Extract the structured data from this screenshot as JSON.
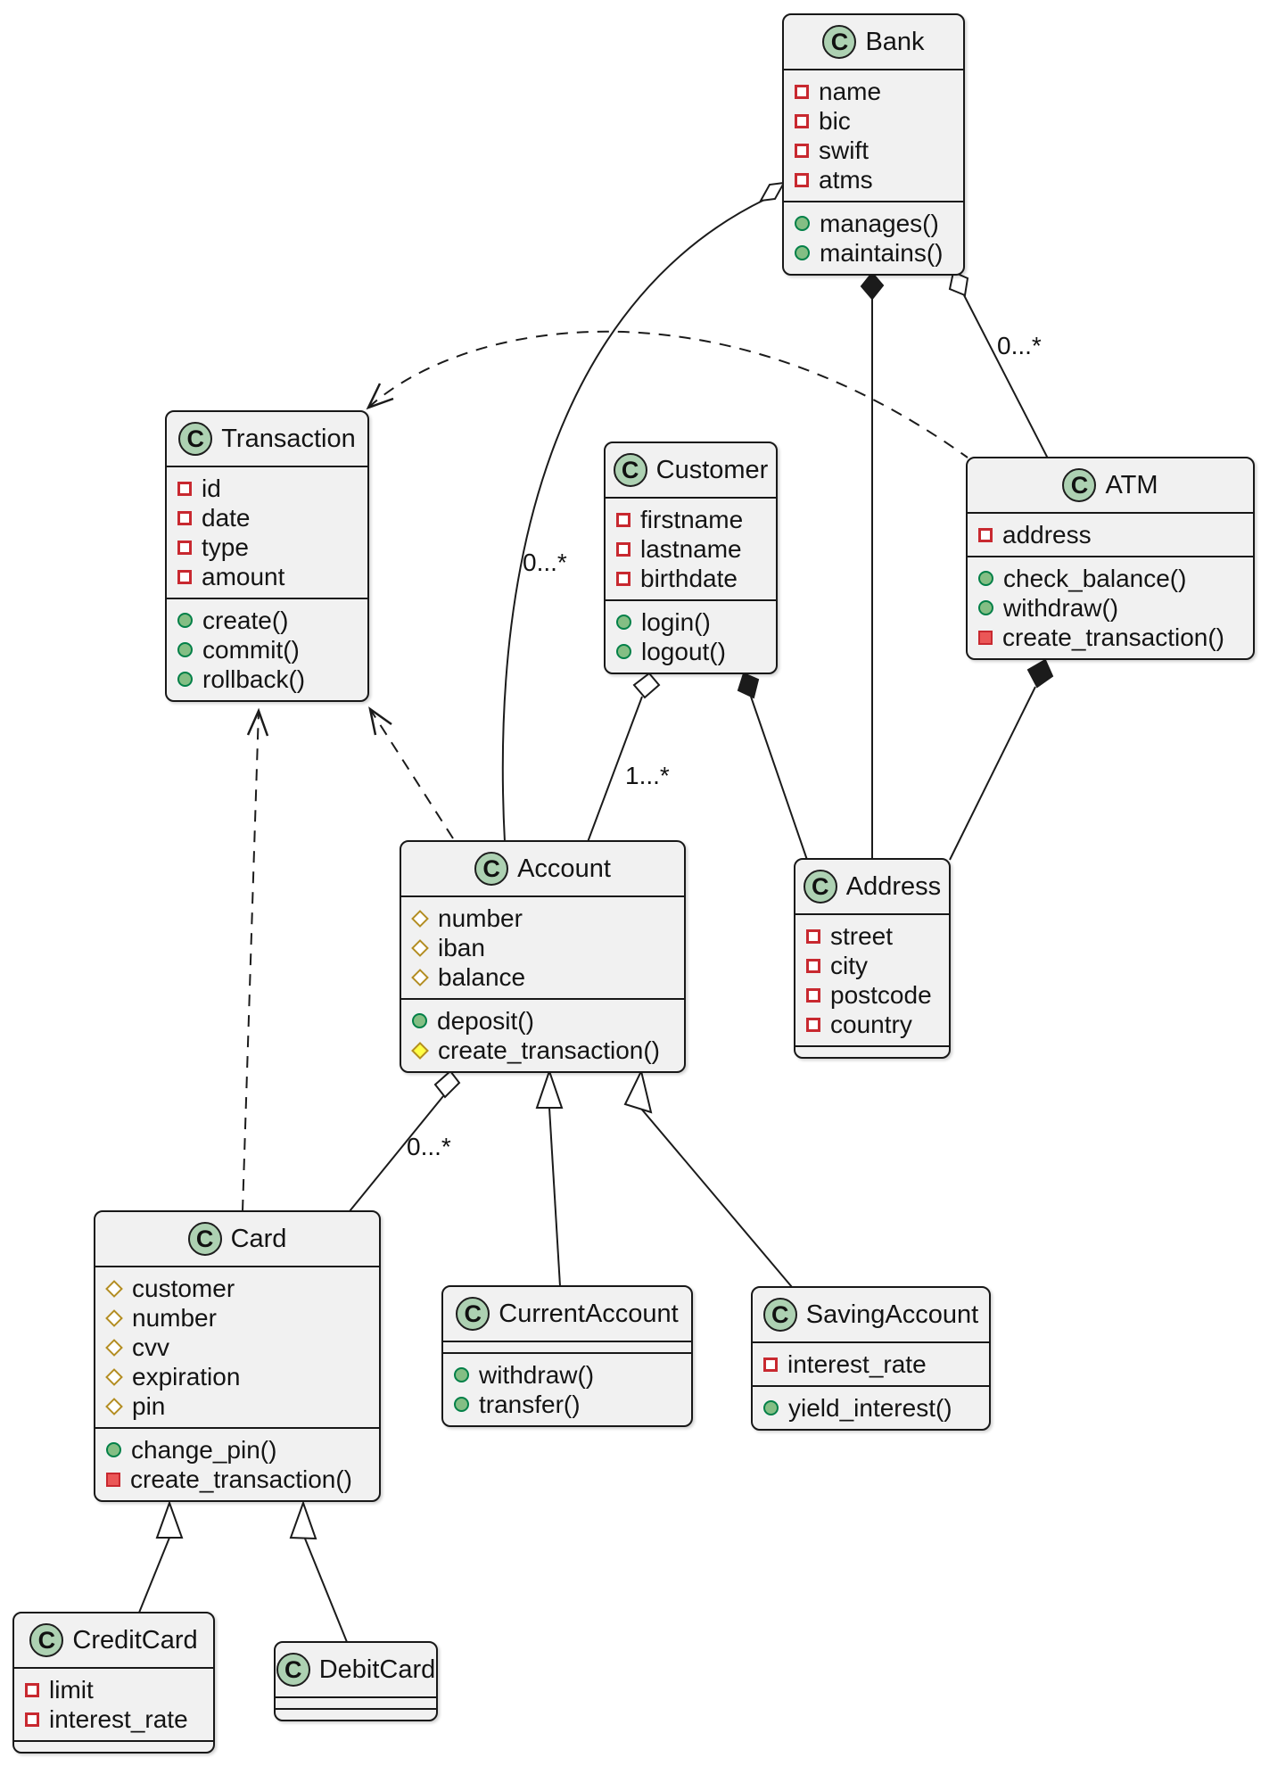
{
  "class_badge": "C",
  "colors": {
    "class_fill": "#F1F1F1",
    "class_border": "#181818",
    "badge_fill": "#ADD1B2",
    "public_fill": "#84BE84",
    "public_stroke": "#038048",
    "private_stroke": "#C82930",
    "private_fill": "#EB5757",
    "protected_stroke": "#B38D22",
    "protected_fill": "#FFFF44",
    "line": "#1b1b1b"
  },
  "classes": [
    {
      "name": "Bank",
      "attributes": [
        {
          "kind": "field",
          "visibility": "private",
          "label": "name"
        },
        {
          "kind": "field",
          "visibility": "private",
          "label": "bic"
        },
        {
          "kind": "field",
          "visibility": "private",
          "label": "swift"
        },
        {
          "kind": "field",
          "visibility": "private",
          "label": "atms"
        }
      ],
      "methods": [
        {
          "kind": "method",
          "visibility": "public",
          "label": "manages()"
        },
        {
          "kind": "method",
          "visibility": "public",
          "label": "maintains()"
        }
      ]
    },
    {
      "name": "Transaction",
      "attributes": [
        {
          "kind": "field",
          "visibility": "private",
          "label": "id"
        },
        {
          "kind": "field",
          "visibility": "private",
          "label": "date"
        },
        {
          "kind": "field",
          "visibility": "private",
          "label": "type"
        },
        {
          "kind": "field",
          "visibility": "private",
          "label": "amount"
        }
      ],
      "methods": [
        {
          "kind": "method",
          "visibility": "public",
          "label": "create()"
        },
        {
          "kind": "method",
          "visibility": "public",
          "label": "commit()"
        },
        {
          "kind": "method",
          "visibility": "public",
          "label": "rollback()"
        }
      ]
    },
    {
      "name": "Customer",
      "attributes": [
        {
          "kind": "field",
          "visibility": "private",
          "label": "firstname"
        },
        {
          "kind": "field",
          "visibility": "private",
          "label": "lastname"
        },
        {
          "kind": "field",
          "visibility": "private",
          "label": "birthdate"
        }
      ],
      "methods": [
        {
          "kind": "method",
          "visibility": "public",
          "label": "login()"
        },
        {
          "kind": "method",
          "visibility": "public",
          "label": "logout()"
        }
      ]
    },
    {
      "name": "ATM",
      "attributes": [
        {
          "kind": "field",
          "visibility": "private",
          "label": "address"
        }
      ],
      "methods": [
        {
          "kind": "method",
          "visibility": "public",
          "label": "check_balance()"
        },
        {
          "kind": "method",
          "visibility": "public",
          "label": "withdraw()"
        },
        {
          "kind": "method",
          "visibility": "private",
          "label": "create_transaction()"
        }
      ]
    },
    {
      "name": "Account",
      "attributes": [
        {
          "kind": "field",
          "visibility": "protected",
          "label": "number"
        },
        {
          "kind": "field",
          "visibility": "protected",
          "label": "iban"
        },
        {
          "kind": "field",
          "visibility": "protected",
          "label": "balance"
        }
      ],
      "methods": [
        {
          "kind": "method",
          "visibility": "public",
          "label": "deposit()"
        },
        {
          "kind": "method",
          "visibility": "protected",
          "label": "create_transaction()"
        }
      ]
    },
    {
      "name": "Address",
      "attributes": [
        {
          "kind": "field",
          "visibility": "private",
          "label": "street"
        },
        {
          "kind": "field",
          "visibility": "private",
          "label": "city"
        },
        {
          "kind": "field",
          "visibility": "private",
          "label": "postcode"
        },
        {
          "kind": "field",
          "visibility": "private",
          "label": "country"
        }
      ],
      "methods": []
    },
    {
      "name": "Card",
      "attributes": [
        {
          "kind": "field",
          "visibility": "protected",
          "label": "customer"
        },
        {
          "kind": "field",
          "visibility": "protected",
          "label": "number"
        },
        {
          "kind": "field",
          "visibility": "protected",
          "label": "cvv"
        },
        {
          "kind": "field",
          "visibility": "protected",
          "label": "expiration"
        },
        {
          "kind": "field",
          "visibility": "protected",
          "label": "pin"
        }
      ],
      "methods": [
        {
          "kind": "method",
          "visibility": "public",
          "label": "change_pin()"
        },
        {
          "kind": "method",
          "visibility": "private",
          "label": "create_transaction()"
        }
      ]
    },
    {
      "name": "CurrentAccount",
      "attributes": [],
      "methods": [
        {
          "kind": "method",
          "visibility": "public",
          "label": "withdraw()"
        },
        {
          "kind": "method",
          "visibility": "public",
          "label": "transfer()"
        }
      ]
    },
    {
      "name": "SavingAccount",
      "attributes": [
        {
          "kind": "field",
          "visibility": "private",
          "label": "interest_rate"
        }
      ],
      "methods": [
        {
          "kind": "method",
          "visibility": "public",
          "label": "yield_interest()"
        }
      ]
    },
    {
      "name": "CreditCard",
      "attributes": [
        {
          "kind": "field",
          "visibility": "private",
          "label": "limit"
        },
        {
          "kind": "field",
          "visibility": "private",
          "label": "interest_rate"
        }
      ],
      "methods": []
    },
    {
      "name": "DebitCard",
      "attributes": [],
      "methods": []
    }
  ],
  "edges": {
    "bank_atm": "0...*",
    "bank_account": "0...*",
    "customer_account": "1...*",
    "account_card": "0...*"
  }
}
